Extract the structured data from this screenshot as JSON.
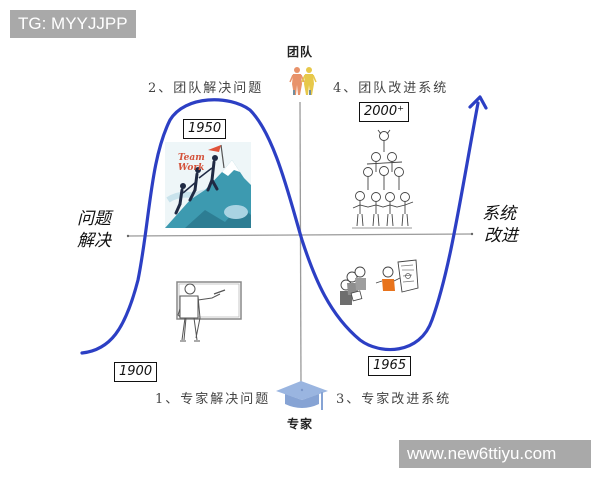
{
  "watermarks": {
    "top_left": "TG: MYYJJPP",
    "bottom_right": "www.new6ttiyu.com"
  },
  "axes": {
    "vertical_top": "团队",
    "vertical_bottom": "专家",
    "horizontal_left": [
      "问题",
      "解决"
    ],
    "horizontal_right": [
      "系统",
      "改进"
    ]
  },
  "quadrants": [
    {
      "id": 1,
      "label": "1、专家解决问题",
      "year": "1900",
      "illustration": "teacher-at-whiteboard"
    },
    {
      "id": 2,
      "label": "2、团队解决问题",
      "year": "1950",
      "illustration": "team-work-mountain-climb"
    },
    {
      "id": 3,
      "label": "3、专家改进系统",
      "year": "1965",
      "illustration": "consultant-presenting-to-group"
    },
    {
      "id": 4,
      "label": "4、团队改进系统",
      "year": "2000⁺",
      "illustration": "human-pyramid"
    }
  ],
  "illustration_text": {
    "team_work": [
      "Team",
      "Work"
    ]
  },
  "icons": {
    "top": "two-people-team-icon",
    "bottom": "graduation-cap-icon"
  },
  "colors": {
    "curve": "#2c3fc4",
    "axis": "#8a8a8a",
    "watermark_bg": "#a9a9a9",
    "orange_person": "#e8731c",
    "mountain": "#3d9ab0"
  }
}
